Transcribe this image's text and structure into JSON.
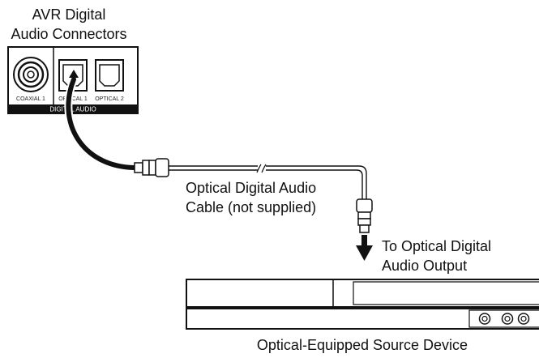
{
  "labels": {
    "avr_title_line1": "AVR Digital",
    "avr_title_line2": "Audio Connectors",
    "cable_line1": "Optical Digital Audio",
    "cable_line2": "Cable (not supplied)",
    "output_line1": "To Optical Digital",
    "output_line2": "Audio Output",
    "device_caption": "Optical-Equipped Source Device"
  },
  "panel": {
    "coaxial_label": "COAXIAL 1",
    "optical1_label": "OPTICAL 1",
    "optical2_label": "OPTICAL 2",
    "section_label": "DIGITAL AUDIO"
  },
  "colors": {
    "line": "#111111",
    "panel_bar": "#111111",
    "background": "#ffffff"
  }
}
